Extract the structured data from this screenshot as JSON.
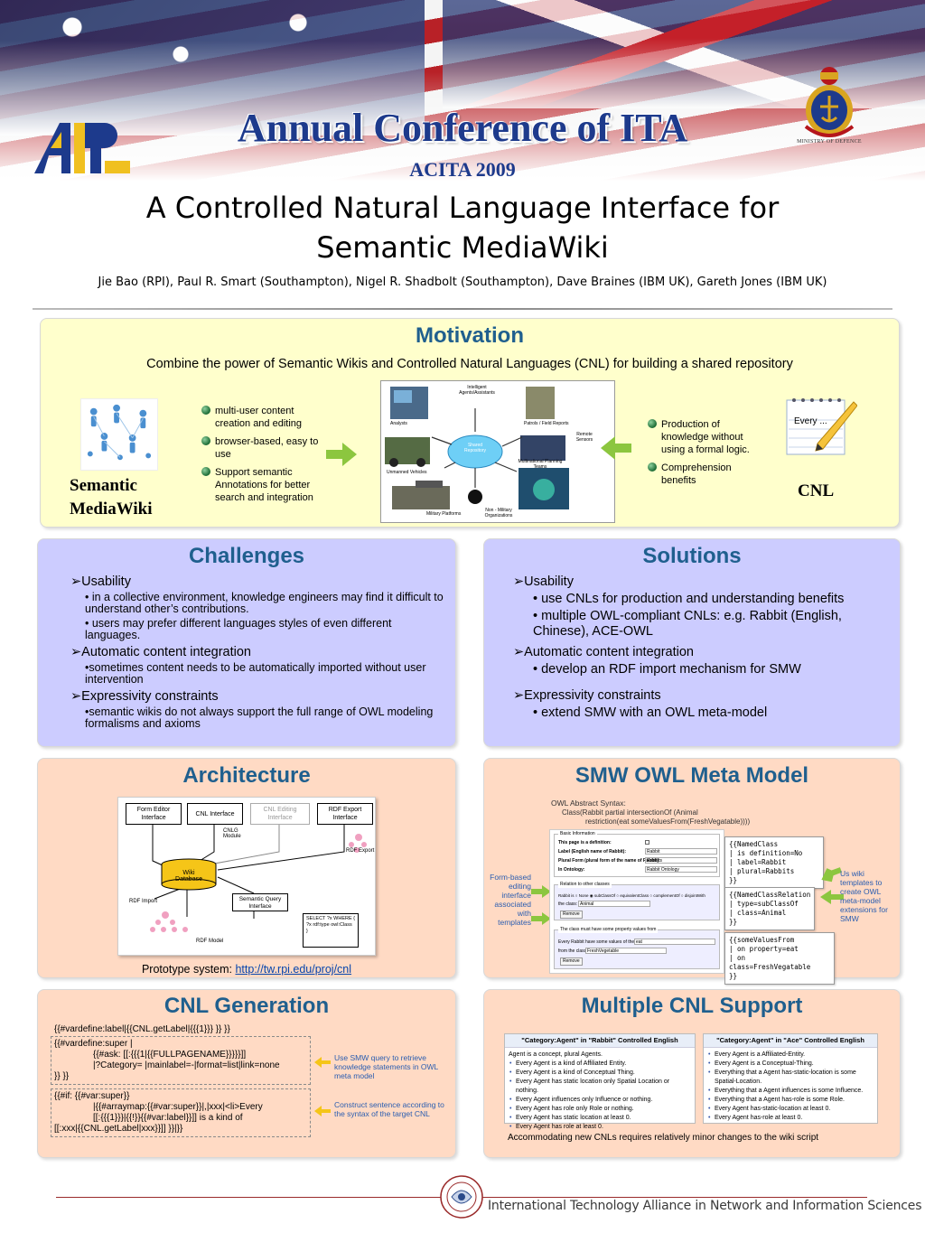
{
  "header": {
    "conference": "Annual Conference of ITA",
    "acita": "ACITA 2009",
    "title_line1": "A Controlled Natural Language Interface for",
    "title_line2": "Semantic MediaWiki",
    "authors": "Jie Bao (RPI), Paul R. Smart (Southampton), Nigel R. Shadbolt (Southampton), Dave Braines (IBM UK), Gareth Jones (IBM UK)",
    "arl_logo": "ARL",
    "mod_text": "MINISTRY OF DEFENCE"
  },
  "motivation": {
    "title": "Motivation",
    "subtitle": "Combine the power of Semantic Wikis and Controlled Natural Languages (CNL) for building a shared repository",
    "smw_label_1": "Semantic",
    "smw_label_2": "MediaWiki",
    "left_bullets": [
      "multi-user content creation and editing",
      "browser-based, easy to use",
      "Support semantic Annotations for better search and integration"
    ],
    "right_bullets": [
      "Production of knowledge without using a formal logic.",
      "Comprehension benefits"
    ],
    "cnl_label": "CNL",
    "notepad_text": "Every ...",
    "diagram": {
      "top": "Intelligent Agents/Assistants",
      "analysts": "Analysts",
      "patrols": "Patrols / Field Reports",
      "remote": "Remote Sensors",
      "center": "Shared Repository",
      "unmanned": "Unmanned Vehicles",
      "planning": "Multinational Planning Teams",
      "military": "Military Platforms",
      "nonmil": "Non - Military Organizations"
    }
  },
  "challenges": {
    "title": "Challenges",
    "items": [
      {
        "h": "Usability",
        "s": [
          "• in a collective environment, knowledge engineers may find it difficult to understand other’s contributions.",
          "• users may prefer different languages styles of even different languages."
        ]
      },
      {
        "h": "Automatic content integration",
        "s": [
          "•sometimes content needs to be automatically imported  without user intervention"
        ]
      },
      {
        "h": "Expressivity constraints",
        "s": [
          "•semantic wikis  do not always support the full range of OWL modeling formalisms and axioms"
        ]
      }
    ]
  },
  "solutions": {
    "title": "Solutions",
    "items": [
      {
        "h": "Usability",
        "s": [
          "• use CNLs for production and  understanding benefits",
          "• multiple OWL-compliant CNLs: e.g. Rabbit (English, Chinese), ACE-OWL"
        ]
      },
      {
        "h": "Automatic content integration",
        "s": [
          "• develop an RDF import mechanism for SMW"
        ]
      },
      {
        "h": "Expressivity constraints",
        "s": [
          "• extend SMW with an OWL meta-model"
        ]
      }
    ]
  },
  "architecture": {
    "title": "Architecture",
    "boxes": {
      "form_editor": "Form Editor Interface",
      "cnl_interface": "CNL Interface",
      "cnl_editing": "CNL Editing Interface",
      "rdf_export_if": "RDF Export Interface",
      "cnlg": "CNLG Module",
      "rdf_export": "RDF Export",
      "wiki_db": "Wiki Database",
      "rdf_import": "RDF Import",
      "sq": "Semantic Query Interface",
      "sparql": "SELECT ?x WHERE { ?x rdf:type owl:Class }",
      "rdf_model": "RDF Model"
    },
    "prototype_label": "Prototype system: ",
    "prototype_link": "http://tw.rpi.edu/proj/cnl"
  },
  "owl_meta": {
    "title": "SMW OWL Meta Model",
    "syntax_head": "OWL Abstract Syntax:",
    "syntax_1": "Class(Rabbit partial  intersectionOf (Animal",
    "syntax_2": "restriction(eat someValuesFrom(FreshVegatable))))",
    "left_note": "Form-based editing interface associated with templates",
    "right_note": "Us wiki templates to create OWL meta-model extensions for SMW",
    "code1": [
      "{{NamedClass",
      "| is definition=No",
      "| label=Rabbit",
      "| plural=Rabbits",
      "}}"
    ],
    "code2": [
      "{{NamedClassRelation",
      "| type=subClassOf",
      "| class=Animal",
      "}}"
    ],
    "code3": [
      "{{someValuesFrom",
      "| on property=eat",
      "| on class=FreshVegatable",
      "}}"
    ],
    "form": {
      "basic": "Basic Information",
      "def_q": "This page is a definition:",
      "label_q": "Label (English name of Rabbit):",
      "label_v": "Rabbit",
      "plural_q": "Plural Form (plural form of the name of Rabbit):",
      "plural_v": "Rabbits",
      "ontology_q": "In Ontology:",
      "ontology_v": "Rabbit Ontology",
      "relation": "Relation to other classes",
      "rel_row": "Rabbit is  ○ None ◉ subClassOf  ○ equivalentClass  ○ complementOf  ○ disjointWith",
      "the_class": "the class:",
      "the_class_v": "Animal",
      "remove": "Remove",
      "some_head": "The class must have some property values from",
      "every_row": "Every Rabbit have some values of the property",
      "every_v": "eat",
      "from_class": "from the class",
      "from_v": "FreshVegetable"
    }
  },
  "cnl_gen": {
    "title": "CNL Generation",
    "line0": "{{#vardefine:label|{{CNL.getLabel|{{{1}}} }} }}",
    "box1": [
      "{{#vardefine:super |",
      "{{#ask: [[:{{{1|{{FULLPAGENAME}}}}}]]",
      "|?Category= |mainlabel=-|format=list|link=none",
      "}} }}"
    ],
    "box2": [
      "{{#if: {{#var:super}}",
      "|{{#arraymap:{{#var:super}}|,|xxx|<li>Every",
      "[[:{{{1}}}|{{!}}{{#var:label}}]] is a kind of",
      "[[:xxx|{{CNL.getLabel|xxx}}]] }}|}}"
    ],
    "note1": "Use SMW query to retrieve knowledge statements in OWL meta model",
    "note2": "Construct sentence according to the syntax of the target CNL"
  },
  "multi_cnl": {
    "title": "Multiple CNL Support",
    "rabbit_title": "\"Category:Agent\" in \"Rabbit\" Controlled English",
    "rabbit_intro": "Agent is a concept, plural Agents.",
    "rabbit": [
      "Every Agent is a kind of Affiliated Entity.",
      "Every Agent is a kind of Conceptual Thing.",
      "Every Agent has static location only Spatial Location or nothing.",
      "Every Agent influences only Influence or nothing.",
      "Every Agent has role only Role or nothing.",
      "Every Agent has static location at least 0.",
      "Every Agent has role at least 0."
    ],
    "ace_title": "\"Category:Agent\" in \"Ace\" Controlled English",
    "ace": [
      "Every Agent is a Affiliated-Entity.",
      "Every Agent is a Conceptual-Thing.",
      "Everything that a Agent has-static-location is some Spatial-Location.",
      "Everything that a Agent influences is some Influence.",
      "Everything that a Agent has-role is some Role.",
      "Every Agent has-static-location at least 0.",
      "Every Agent has-role at least 0."
    ],
    "accommodating": "Accommodating new CNLs requires relatively minor changes to the wiki script"
  },
  "footer": {
    "text": "International Technology Alliance in Network and Information Sciences"
  },
  "colors": {
    "panel_title": "#1f5f8e",
    "yellow": "#ffffcc",
    "blue": "#ccccff",
    "peach": "#ffdac4",
    "conference_blue": "#1d3a8c"
  }
}
